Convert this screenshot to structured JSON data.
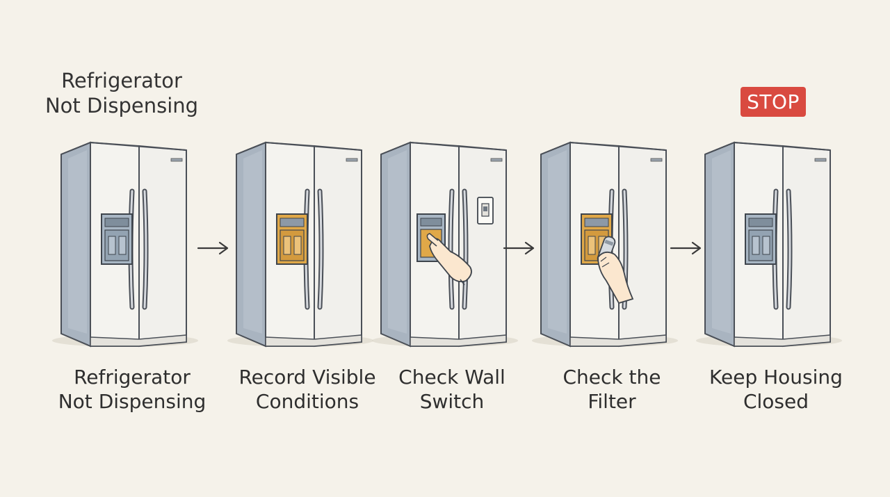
{
  "header": {
    "title_line1": "Refrigerator",
    "title_line2": "Not Dispensing",
    "stop_badge": "STOP"
  },
  "steps": [
    {
      "line1": "Refrigerator",
      "line2": "Not Dispensing",
      "dispenser": "normal",
      "extra": "none"
    },
    {
      "line1": "Record Visible",
      "line2": "Conditions",
      "dispenser": "highlighted",
      "extra": "none"
    },
    {
      "line1": "Check Wall",
      "line2": "Switch",
      "dispenser": "highlighted-partial",
      "extra": "hand-and-wall-switch"
    },
    {
      "line1": "Check the",
      "line2": "Filter",
      "dispenser": "highlighted",
      "extra": "hand-with-filter"
    },
    {
      "line1": "Keep Housing",
      "line2": "Closed",
      "dispenser": "normal",
      "extra": "none"
    }
  ],
  "colors": {
    "background": "#f5f2ea",
    "fridge_body": "#f4f3ef",
    "fridge_side": "#a9b4c0",
    "dispenser": "#a8b6c4",
    "highlight": "#e0a848",
    "stop": "#d94a40"
  }
}
